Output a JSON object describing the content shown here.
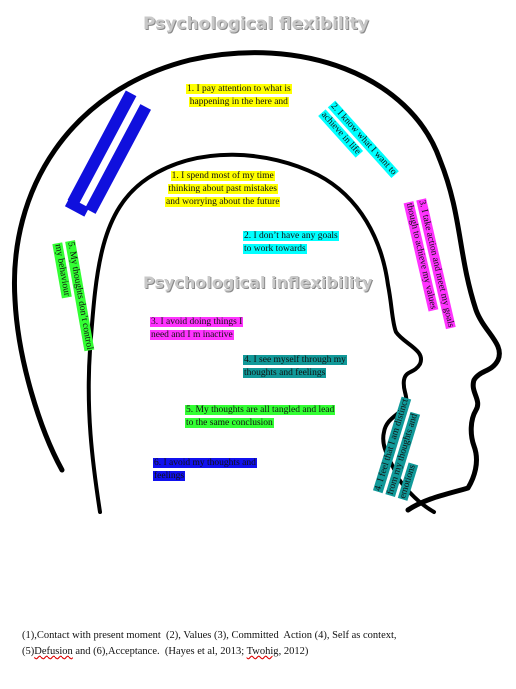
{
  "title_outer": "Psychological flexibility",
  "title_inner": "Psychological inflexibility",
  "outer_labels": {
    "present_moment": "1. I pay attention to what is\nhappening in the here and",
    "values": "2. I know what I want to\nachieve in life",
    "committed_action": "3. I take action and meet my goals\nthough to achieve my values",
    "self_as_context": "4. I feel that I am distinct\nfrom my thoughts and\nemotions",
    "defusion": "5. My thoughts don’t control\nmy behaviour",
    "acceptance": ""
  },
  "inner_labels": {
    "past_future": "1. I spend most of my time\nthinking about past mistakes\nand worrying about the future",
    "no_goals": "2. I don’t have any goals\nto work towards",
    "inaction": "3. I avoid doing things I\nneed and I m inactive",
    "self_as_content": "4. I see myself through my\nthoughts and feelings",
    "fusion": "5. My thoughts are all tangled and lead\nto the same conclusion",
    "avoidance": "6. I avoid my thoughts and\nfeelings"
  },
  "footer": {
    "line1": "(1),Contact with present moment  (2), Values (3), Committed  Action (4), Self as context,",
    "line2_a": "(5)",
    "line2_defusion": "Defusion",
    "line2_b": " and (6),Acceptance.  (Hayes et al, 2013; ",
    "line2_twohig": "Twohig",
    "line2_c": ", 2012)"
  },
  "colors": {
    "present": "#ffff00",
    "values": "#00ffff",
    "action": "#ff33ff",
    "defusion": "#33ff33",
    "self": "#119999",
    "acceptance": "#1111ee"
  }
}
